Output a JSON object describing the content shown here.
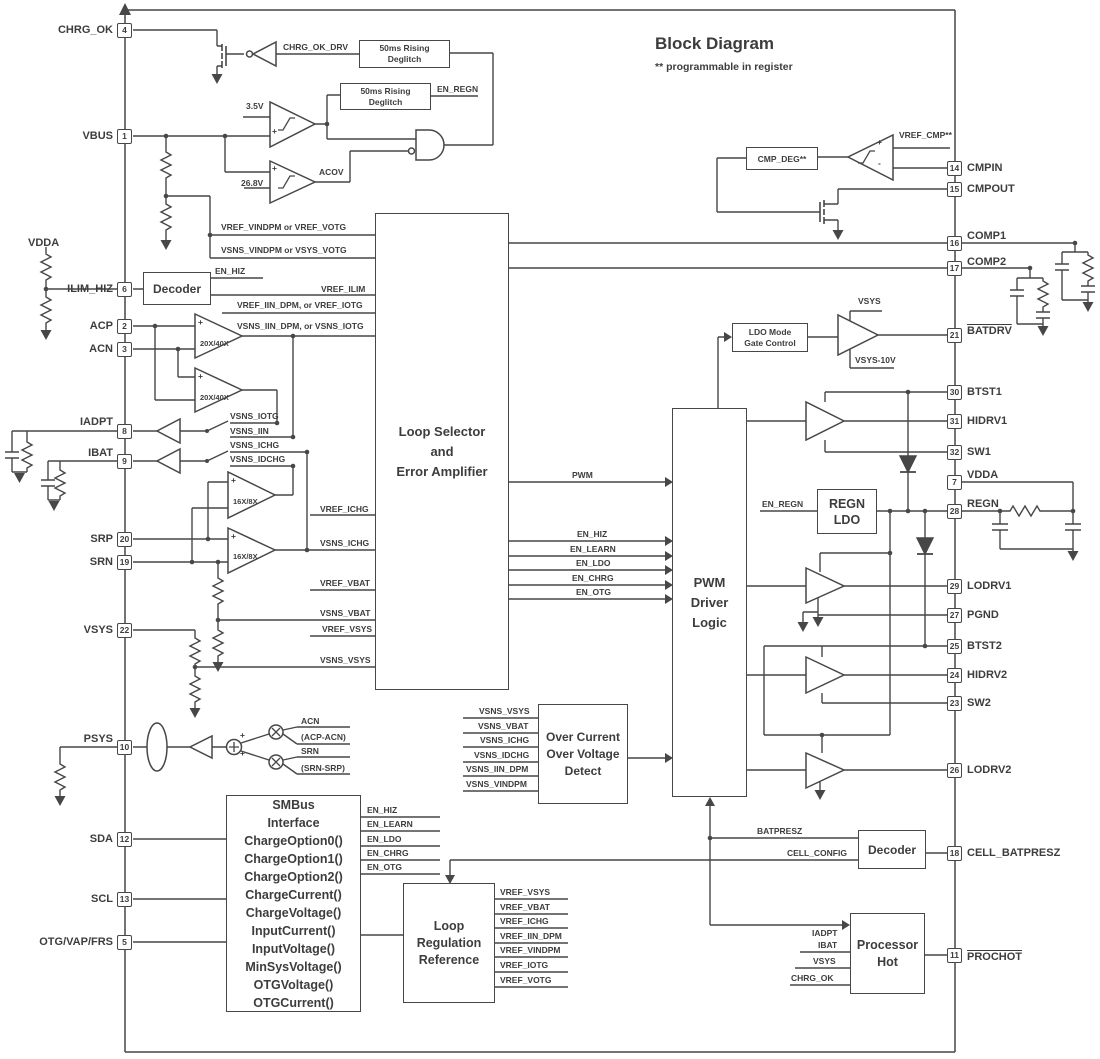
{
  "title": {
    "main": "Block Diagram",
    "note": "** programmable in register"
  },
  "pins_left": [
    {
      "n": "4",
      "label": "CHRG_OK"
    },
    {
      "n": "1",
      "label": "VBUS"
    },
    {
      "n": "6",
      "label": "ILIM_HIZ"
    },
    {
      "n": "2",
      "label": "ACP"
    },
    {
      "n": "3",
      "label": "ACN"
    },
    {
      "n": "8",
      "label": "IADPT"
    },
    {
      "n": "9",
      "label": "IBAT"
    },
    {
      "n": "20",
      "label": "SRP"
    },
    {
      "n": "19",
      "label": "SRN"
    },
    {
      "n": "22",
      "label": "VSYS"
    },
    {
      "n": "10",
      "label": "PSYS"
    },
    {
      "n": "12",
      "label": "SDA"
    },
    {
      "n": "13",
      "label": "SCL"
    },
    {
      "n": "5",
      "label": "OTG/VAP/FRS"
    }
  ],
  "pins_right": [
    {
      "n": "14",
      "label": "CMPIN"
    },
    {
      "n": "15",
      "label": "CMPOUT"
    },
    {
      "n": "16",
      "label": "COMP1"
    },
    {
      "n": "17",
      "label": "COMP2"
    },
    {
      "n": "21",
      "label": "BATDRV"
    },
    {
      "n": "30",
      "label": "BTST1"
    },
    {
      "n": "31",
      "label": "HIDRV1"
    },
    {
      "n": "32",
      "label": "SW1"
    },
    {
      "n": "7",
      "label": "VDDA"
    },
    {
      "n": "28",
      "label": "REGN"
    },
    {
      "n": "29",
      "label": "LODRV1"
    },
    {
      "n": "27",
      "label": "PGND"
    },
    {
      "n": "25",
      "label": "BTST2"
    },
    {
      "n": "24",
      "label": "HIDRV2"
    },
    {
      "n": "23",
      "label": "SW2"
    },
    {
      "n": "26",
      "label": "LODRV2"
    },
    {
      "n": "18",
      "label": "CELL_BATPRESZ"
    },
    {
      "n": "11",
      "label": "PROCHOT"
    }
  ],
  "blocks": {
    "deglitch": {
      "l1": "50ms Rising",
      "l2": "Deglitch"
    },
    "decoder": "Decoder",
    "cmp_deg": "CMP_DEG**",
    "loop_selector": {
      "l1": "Loop Selector",
      "l2": "and",
      "l3": "Error Amplifier"
    },
    "pwm_driver": {
      "l1": "PWM",
      "l2": "Driver",
      "l3": "Logic"
    },
    "ldo_mode": {
      "l1": "LDO Mode",
      "l2": "Gate Control"
    },
    "regn_ldo": {
      "l1": "REGN",
      "l2": "LDO"
    },
    "ocov": {
      "l1": "Over Current",
      "l2": "Over Voltage",
      "l3": "Detect"
    },
    "smbus": {
      "lines": [
        "SMBus",
        "Interface",
        "ChargeOption0()",
        "ChargeOption1()",
        "ChargeOption2()",
        "ChargeCurrent()",
        "ChargeVoltage()",
        "InputCurrent()",
        "InputVoltage()",
        "MinSysVoltage()",
        "OTGVoltage()",
        "OTGCurrent()"
      ]
    },
    "loop_reg": {
      "l1": "Loop",
      "l2": "Regulation",
      "l3": "Reference"
    },
    "processor_hot": {
      "l1": "Processor",
      "l2": "Hot"
    }
  },
  "labels": {
    "chrg_ok_drv": "CHRG_OK_DRV",
    "en_regn": "EN_REGN",
    "v_3p5": "3.5V",
    "v_26p8": "26.8V",
    "acov": "ACOV",
    "vref_cmp": "VREF_CMP**",
    "plus": "+",
    "minus": "-",
    "vdda": "VDDA",
    "en_hiz": "EN_HIZ",
    "en_learn": "EN_LEARN",
    "en_ldo": "EN_LDO",
    "en_chrg": "EN_CHRG",
    "en_otg": "EN_OTG",
    "vref_ilim": "VREF_ILIM",
    "vref_vindpm_or_votg": "VREF_VINDPM or VREF_VOTG",
    "vsns_vindpm_or_votg": "VSNS_VINDPM or VSYS_VOTG",
    "vref_iin_or_iotg": "VREF_IIN_DPM, or VREF_IOTG",
    "vsns_iin_or_iotg": "VSNS_IIN_DPM, or VSNS_IOTG",
    "gain_20x": "20X/40X",
    "gain_16x": "16X/8X",
    "vsns_iotg": "VSNS_IOTG",
    "vsns_iin": "VSNS_IIN",
    "vsns_ichg": "VSNS_ICHG",
    "vsns_idchg": "VSNS_IDCHG",
    "vref_ichg": "VREF_ICHG",
    "vref_vbat": "VREF_VBAT",
    "vsns_vbat": "VSNS_VBAT",
    "vref_vsys": "VREF_VSYS",
    "vsns_vsys": "VSNS_VSYS",
    "pwm": "PWM",
    "acn": "ACN",
    "acp_minus_acn": "(ACP-ACN)",
    "srn": "SRN",
    "srn_minus_srp": "(SRN-SRP)",
    "vsns_iin_dpm": "VSNS_IIN_DPM",
    "vsns_vindpm": "VSNS_VINDPM",
    "vref_iin_dpm": "VREF_IIN_DPM",
    "vref_vindpm": "VREF_VINDPM",
    "vref_iotg": "VREF_IOTG",
    "vref_votg": "VREF_VOTG",
    "vsys": "VSYS",
    "vsys_minus_10v": "VSYS-10V",
    "batpresz": "BATPRESZ",
    "cell_config": "CELL_CONFIG",
    "iadpt": "IADPT",
    "ibat": "IBAT",
    "chrg_ok": "CHRG_OK"
  }
}
